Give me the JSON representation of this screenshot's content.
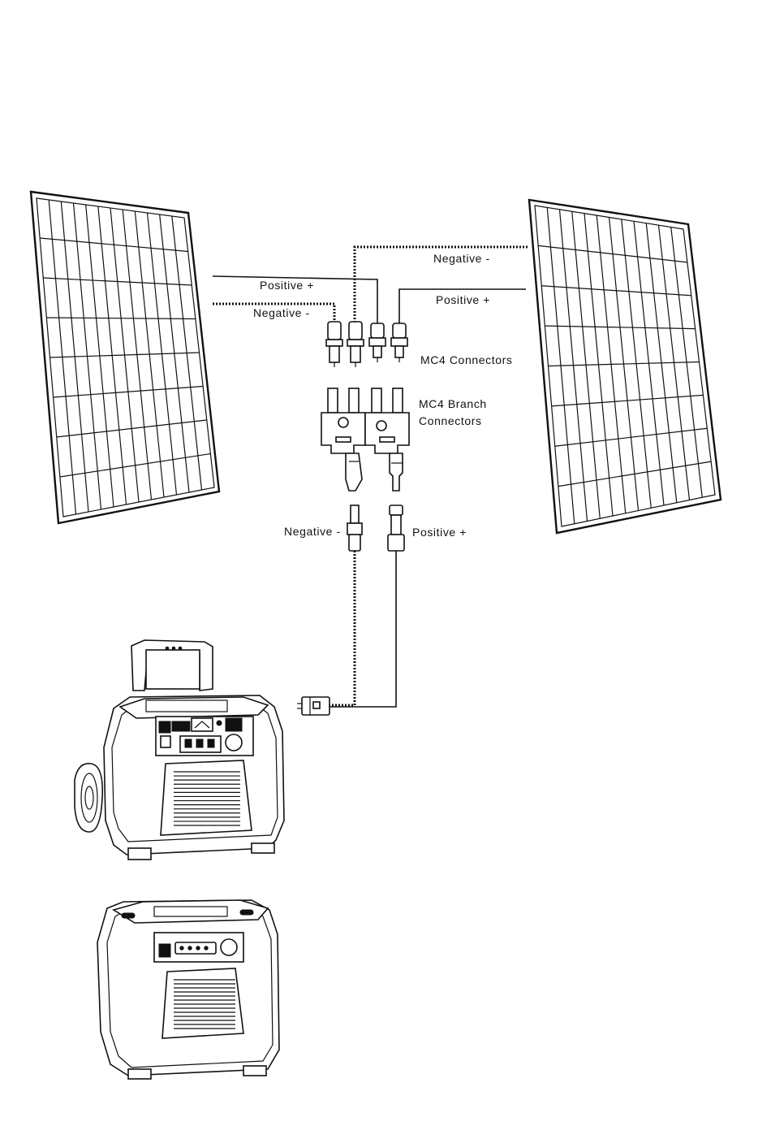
{
  "labels": {
    "left_positive": "Positive +",
    "left_negative": "Negative -",
    "right_negative": "Negative -",
    "right_positive": "Positive +",
    "mc4_connectors": "MC4 Connectors",
    "mc4_branch_line1": "MC4 Branch",
    "mc4_branch_line2": "Connectors",
    "out_negative": "Negative -",
    "out_positive": "Positive +"
  },
  "colors": {
    "line": "#111111",
    "background": "#ffffff"
  }
}
